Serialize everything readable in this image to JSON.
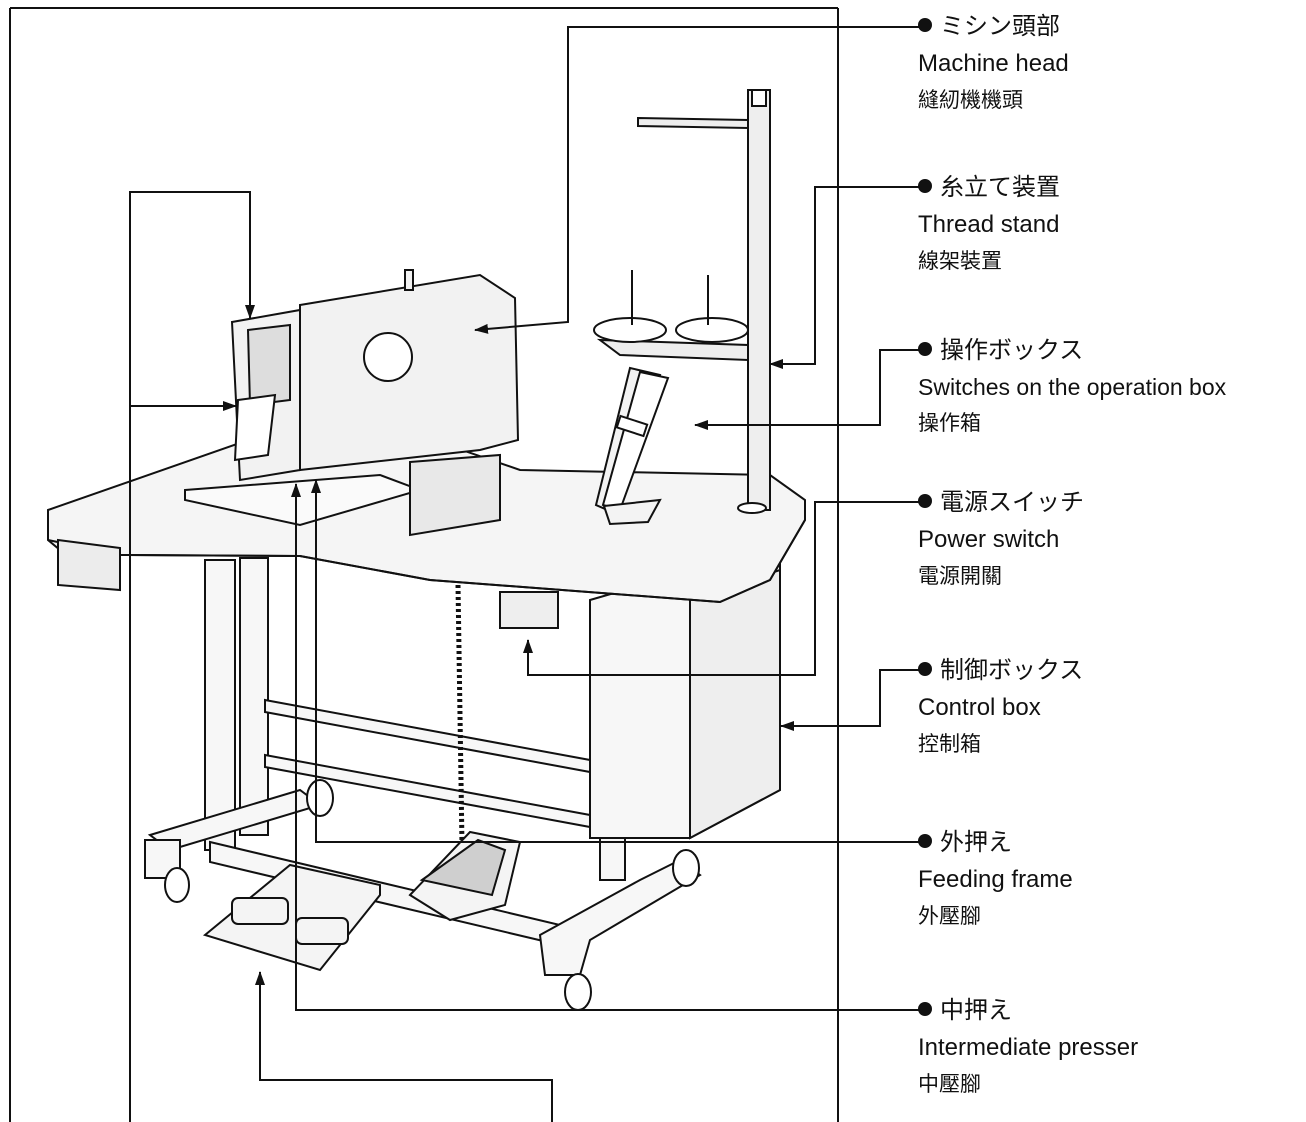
{
  "colors": {
    "line": "#111111",
    "table": "#f5f5f5",
    "machine": "#eeeeee"
  },
  "labels": [
    {
      "id": "machine-head",
      "jp": "ミシン頭部",
      "en": "Machine head",
      "zh": "縫紉機機頭"
    },
    {
      "id": "thread-stand",
      "jp": "糸立て装置",
      "en": "Thread stand",
      "zh": "線架裝置"
    },
    {
      "id": "operation-box",
      "jp": "操作ボックス",
      "en": "Switches on the operation box",
      "zh": "操作箱"
    },
    {
      "id": "power-switch",
      "jp": "電源スイッチ",
      "en": "Power switch",
      "zh": "電源開關"
    },
    {
      "id": "control-box",
      "jp": "制御ボックス",
      "en": "Control box",
      "zh": "控制箱"
    },
    {
      "id": "feeding-frame",
      "jp": "外押え",
      "en": "Feeding frame",
      "zh": "外壓腳"
    },
    {
      "id": "intermediate-presser",
      "jp": "中押え",
      "en": "Intermediate presser",
      "zh": "中壓腳"
    }
  ]
}
